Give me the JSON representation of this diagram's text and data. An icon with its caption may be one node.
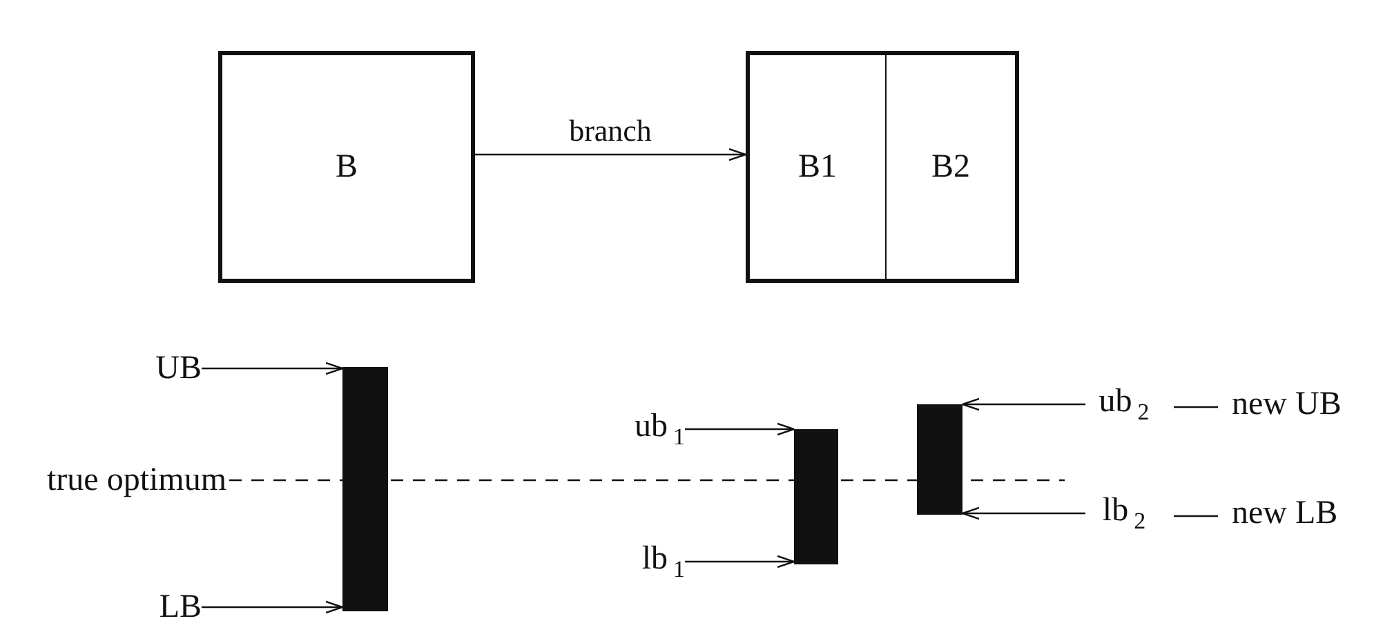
{
  "diagram": {
    "nodes": [
      {
        "text": [
          "B"
        ]
      },
      {
        "text": [],
        "shape": "box"
      },
      {
        "text": [
          "B1"
        ],
        "in": 1
      },
      {
        "text": [
          "B2"
        ],
        "in": 1
      },
      {
        "text": [
          "UB"
        ]
      },
      {
        "text": [
          "LB"
        ]
      },
      {
        "text": [],
        "shape": "bar"
      },
      {
        "text": [
          "true optimum"
        ]
      },
      {
        "text": [
          "ub$_{1}$"
        ]
      },
      {
        "text": [
          "lb$_{1}$"
        ]
      },
      {
        "text": [],
        "shape": "bar"
      },
      {
        "text": [],
        "shape": "bar"
      },
      {
        "text": [
          "ub$_{2}$"
        ],
        "beside": [
          "new UB"
        ]
      },
      {
        "text": [
          "lb$_{2}$"
        ],
        "beside": [
          "new LB"
        ]
      }
    ],
    "edges": [
      {
        "from": 0,
        "to": 1,
        "arrow": "to",
        "label": "branch"
      },
      {
        "from": 4,
        "to": 6,
        "arrow": "to"
      },
      {
        "from": 5,
        "to": 6,
        "arrow": "to"
      },
      {
        "from": 7,
        "to": 6,
        "arrow": "none",
        "style": "dashed"
      },
      {
        "from": 6,
        "to": 10,
        "arrow": "none",
        "style": "dashed"
      },
      {
        "from": 10,
        "to": 11,
        "arrow": "none",
        "style": "dashed"
      },
      {
        "from": 8,
        "to": 10,
        "arrow": "to"
      },
      {
        "from": 9,
        "to": 10,
        "arrow": "to"
      },
      {
        "from": 12,
        "to": 11,
        "arrow": "to"
      },
      {
        "from": 13,
        "to": 11,
        "arrow": "to"
      },
      {
        "from": 11,
        "to": null,
        "arrow": "none",
        "style": "dashed"
      }
    ]
  }
}
